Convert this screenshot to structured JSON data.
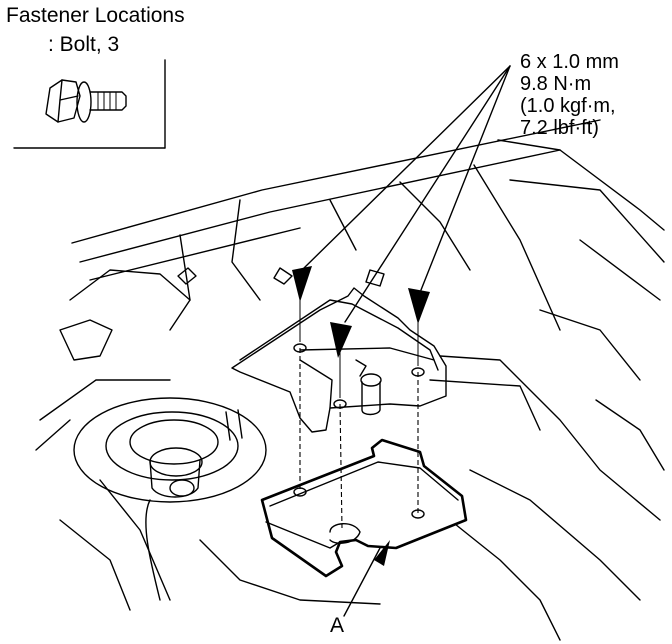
{
  "legend": {
    "title": "Fastener Locations",
    "subtitle": ": Bolt, 3",
    "icon": "bolt-icon"
  },
  "torque_spec": {
    "line1": "6 x 1.0 mm",
    "line2": "9.8 N·m",
    "line3": "(1.0 kgf·m,",
    "line4": "7.2 lbf·ft)"
  },
  "callout": {
    "label": "A"
  }
}
